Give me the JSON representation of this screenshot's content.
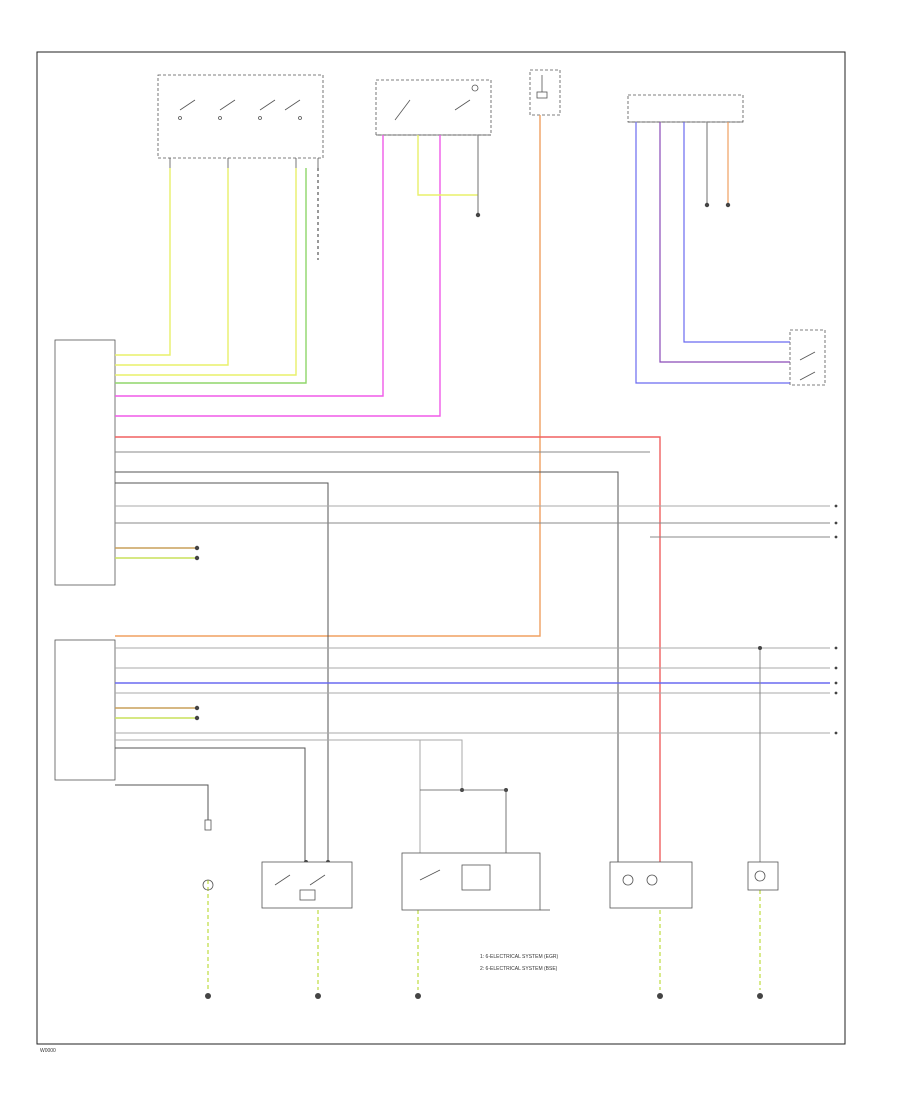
{
  "colors": {
    "yellow": "#e8f06a",
    "green": "#8fd66a",
    "magenta": "#f05ae8",
    "red": "#f06060",
    "orange": "#f0a060",
    "blue": "#6a6af0",
    "gray": "#888888",
    "black": "#333333",
    "yellow_green": "#c8e05a",
    "brown": "#b08a5a"
  },
  "footer": {
    "code": "W0000"
  },
  "legend": {
    "line1": "1: 6-ELECTRICAL SYSTEM (EGR)",
    "line2": "2: 6-ELECTRICAL SYSTEM (BSE)"
  }
}
